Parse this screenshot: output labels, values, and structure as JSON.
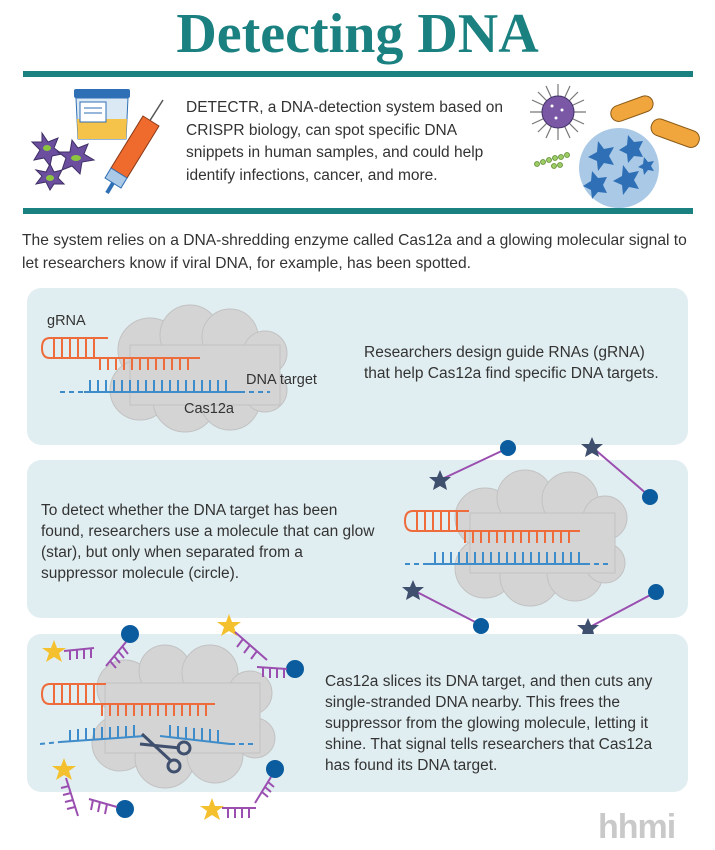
{
  "header": {
    "title": "Detecting DNA",
    "intro": "DETECTR, a DNA-detection system based on CRISPR biology, can spot specific DNA snippets in human samples, and could help identify infections, cancer, and more."
  },
  "lead": "The system relies on a DNA-shredding enzyme called Cas12a and a glowing molecular signal to let researchers know if viral DNA, for example, has been spotted.",
  "panels": [
    {
      "labels": {
        "grna": "gRNA",
        "dna_target": "DNA target",
        "enzyme": "Cas12a"
      },
      "text": "Researchers design guide RNAs (gRNA) that help Cas12a find specific DNA targets."
    },
    {
      "text": "To detect whether the DNA target has been found, researchers use a molecule that can glow (star), but only when separated from a suppressor molecule (circle)."
    },
    {
      "text": "Cas12a slices its DNA target, and then cuts any single-stranded DNA nearby. This frees the suppressor from the glowing molecule, letting it shine. That signal tells researchers that Cas12a has found its DNA target."
    }
  ],
  "icons": {
    "left": [
      "cells-icon",
      "sample-cup-icon",
      "syringe-icon"
    ],
    "right": [
      "virus-icon",
      "bacteria-icon",
      "bacteria-chain-icon",
      "virus-capsid-icon"
    ],
    "diagram": [
      "cas12a-cloud",
      "grna-strand",
      "dna-strand",
      "reporter-star-icon",
      "suppressor-circle-icon",
      "scissors-icon"
    ]
  },
  "colors": {
    "teal": "#1a8080",
    "panel_bg": "#e1eef1",
    "rna_orange": "#ee6b3b",
    "dna_blue": "#3e8cc9",
    "reporter_purple": "#9a4fb0",
    "star_dark": "#3f4f6e",
    "star_gold": "#f5c02e",
    "suppressor_blue": "#0b5c9e",
    "cloud_gray": "#d4d4d4"
  },
  "footer": {
    "logo": "hhmi"
  }
}
